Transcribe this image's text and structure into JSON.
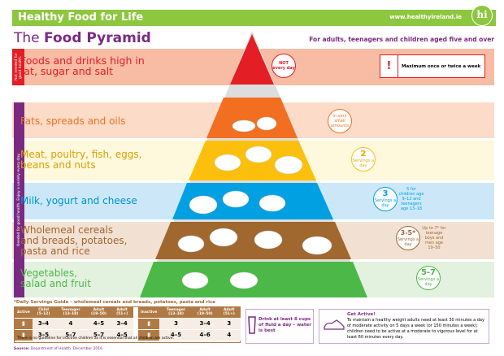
{
  "header": {
    "title": "Healthy Food for Life",
    "url": "www.healthyireland.ie",
    "logo": "hi"
  },
  "page": {
    "title_light": "The",
    "title_bold": "Food Pyramid",
    "subtitle": "For adults, teenagers and children aged five and over"
  },
  "colors": {
    "green": "#8dc63f",
    "purple": "#7b2a83",
    "red": "#e31e24",
    "orange": "#f26f21",
    "yellow": "#fcc00c",
    "blue": "#00a0e3",
    "brown": "#a0672f",
    "veg": "#4cb848"
  },
  "top_shelf": {
    "side": "Not needed for good health.",
    "label_1": "Foods and drinks high in",
    "label_2": "fat, sugar and salt",
    "circle": "NOT every day",
    "warning_icon": "!",
    "warning": "Maximum once or twice a week"
  },
  "side_bar": "Needed for good health. Enjoy a variety every day.",
  "shelves": [
    {
      "label_1": "Fats, spreads and oils",
      "label_2": "",
      "circle_big": "",
      "circle_small": "In very small amounts",
      "note": ""
    },
    {
      "label_1": "Meat, poultry, fish, eggs,",
      "label_2": "beans and nuts",
      "circle_big": "2",
      "circle_small": "Servings a day",
      "note": ""
    },
    {
      "label_1": "Milk, yogurt and cheese",
      "label_2": "",
      "circle_big": "3",
      "circle_small": "Servings a day",
      "note": "5 for children age 9–12 and teenagers age 13–18"
    },
    {
      "label_1": "Wholemeal cereals",
      "label_2": "and breads, potatoes,",
      "label_3": "pasta and rice",
      "circle_big": "3-5*",
      "circle_small": "Servings a day",
      "note": "Up to 7* for teenage boys and men age 19–50"
    },
    {
      "label_1": "Vegetables,",
      "label_2": "salad and fruit",
      "circle_big": "5-7",
      "circle_small": "Servings a day",
      "note": ""
    }
  ],
  "servings": {
    "title": "*Daily Servings Guide – wholemeal cereals and breads, potatoes, pasta and rice",
    "active": {
      "headers": [
        "Active",
        "Child (5–12)",
        "Teenager (13–18)",
        "Adult (19–50)",
        "Adult (51+)"
      ],
      "rows": [
        [
          "female-icon",
          "3–4",
          "4",
          "4–5",
          "3–4"
        ],
        [
          "male-icon",
          "3–5",
          "5–7",
          "5–7",
          "4–5"
        ]
      ]
    },
    "inactive": {
      "headers": [
        "Inactive",
        "Teenager (13–18)",
        "Adult (19–50)",
        "Adult (51+)"
      ],
      "rows": [
        [
          "female-icon",
          "3",
          "3–4",
          "3"
        ],
        [
          "male-icon",
          "4–5",
          "4–6",
          "4"
        ]
      ]
    },
    "footnote": "There is no guideline for inactive children as it is essential that all children are active."
  },
  "drink": "Drink at least 8 cups of fluid a day – water is best",
  "active_box": {
    "title": "Get Active!",
    "text": "To maintain a healthy weight adults need at least 30 minutes a day of moderate activity on 5 days a week (or 150 minutes a week); children need to be active at a moderate to vigorous level for at least 60 minutes every day."
  },
  "source_label": "Source:",
  "source": "Department of Health. December 2016."
}
